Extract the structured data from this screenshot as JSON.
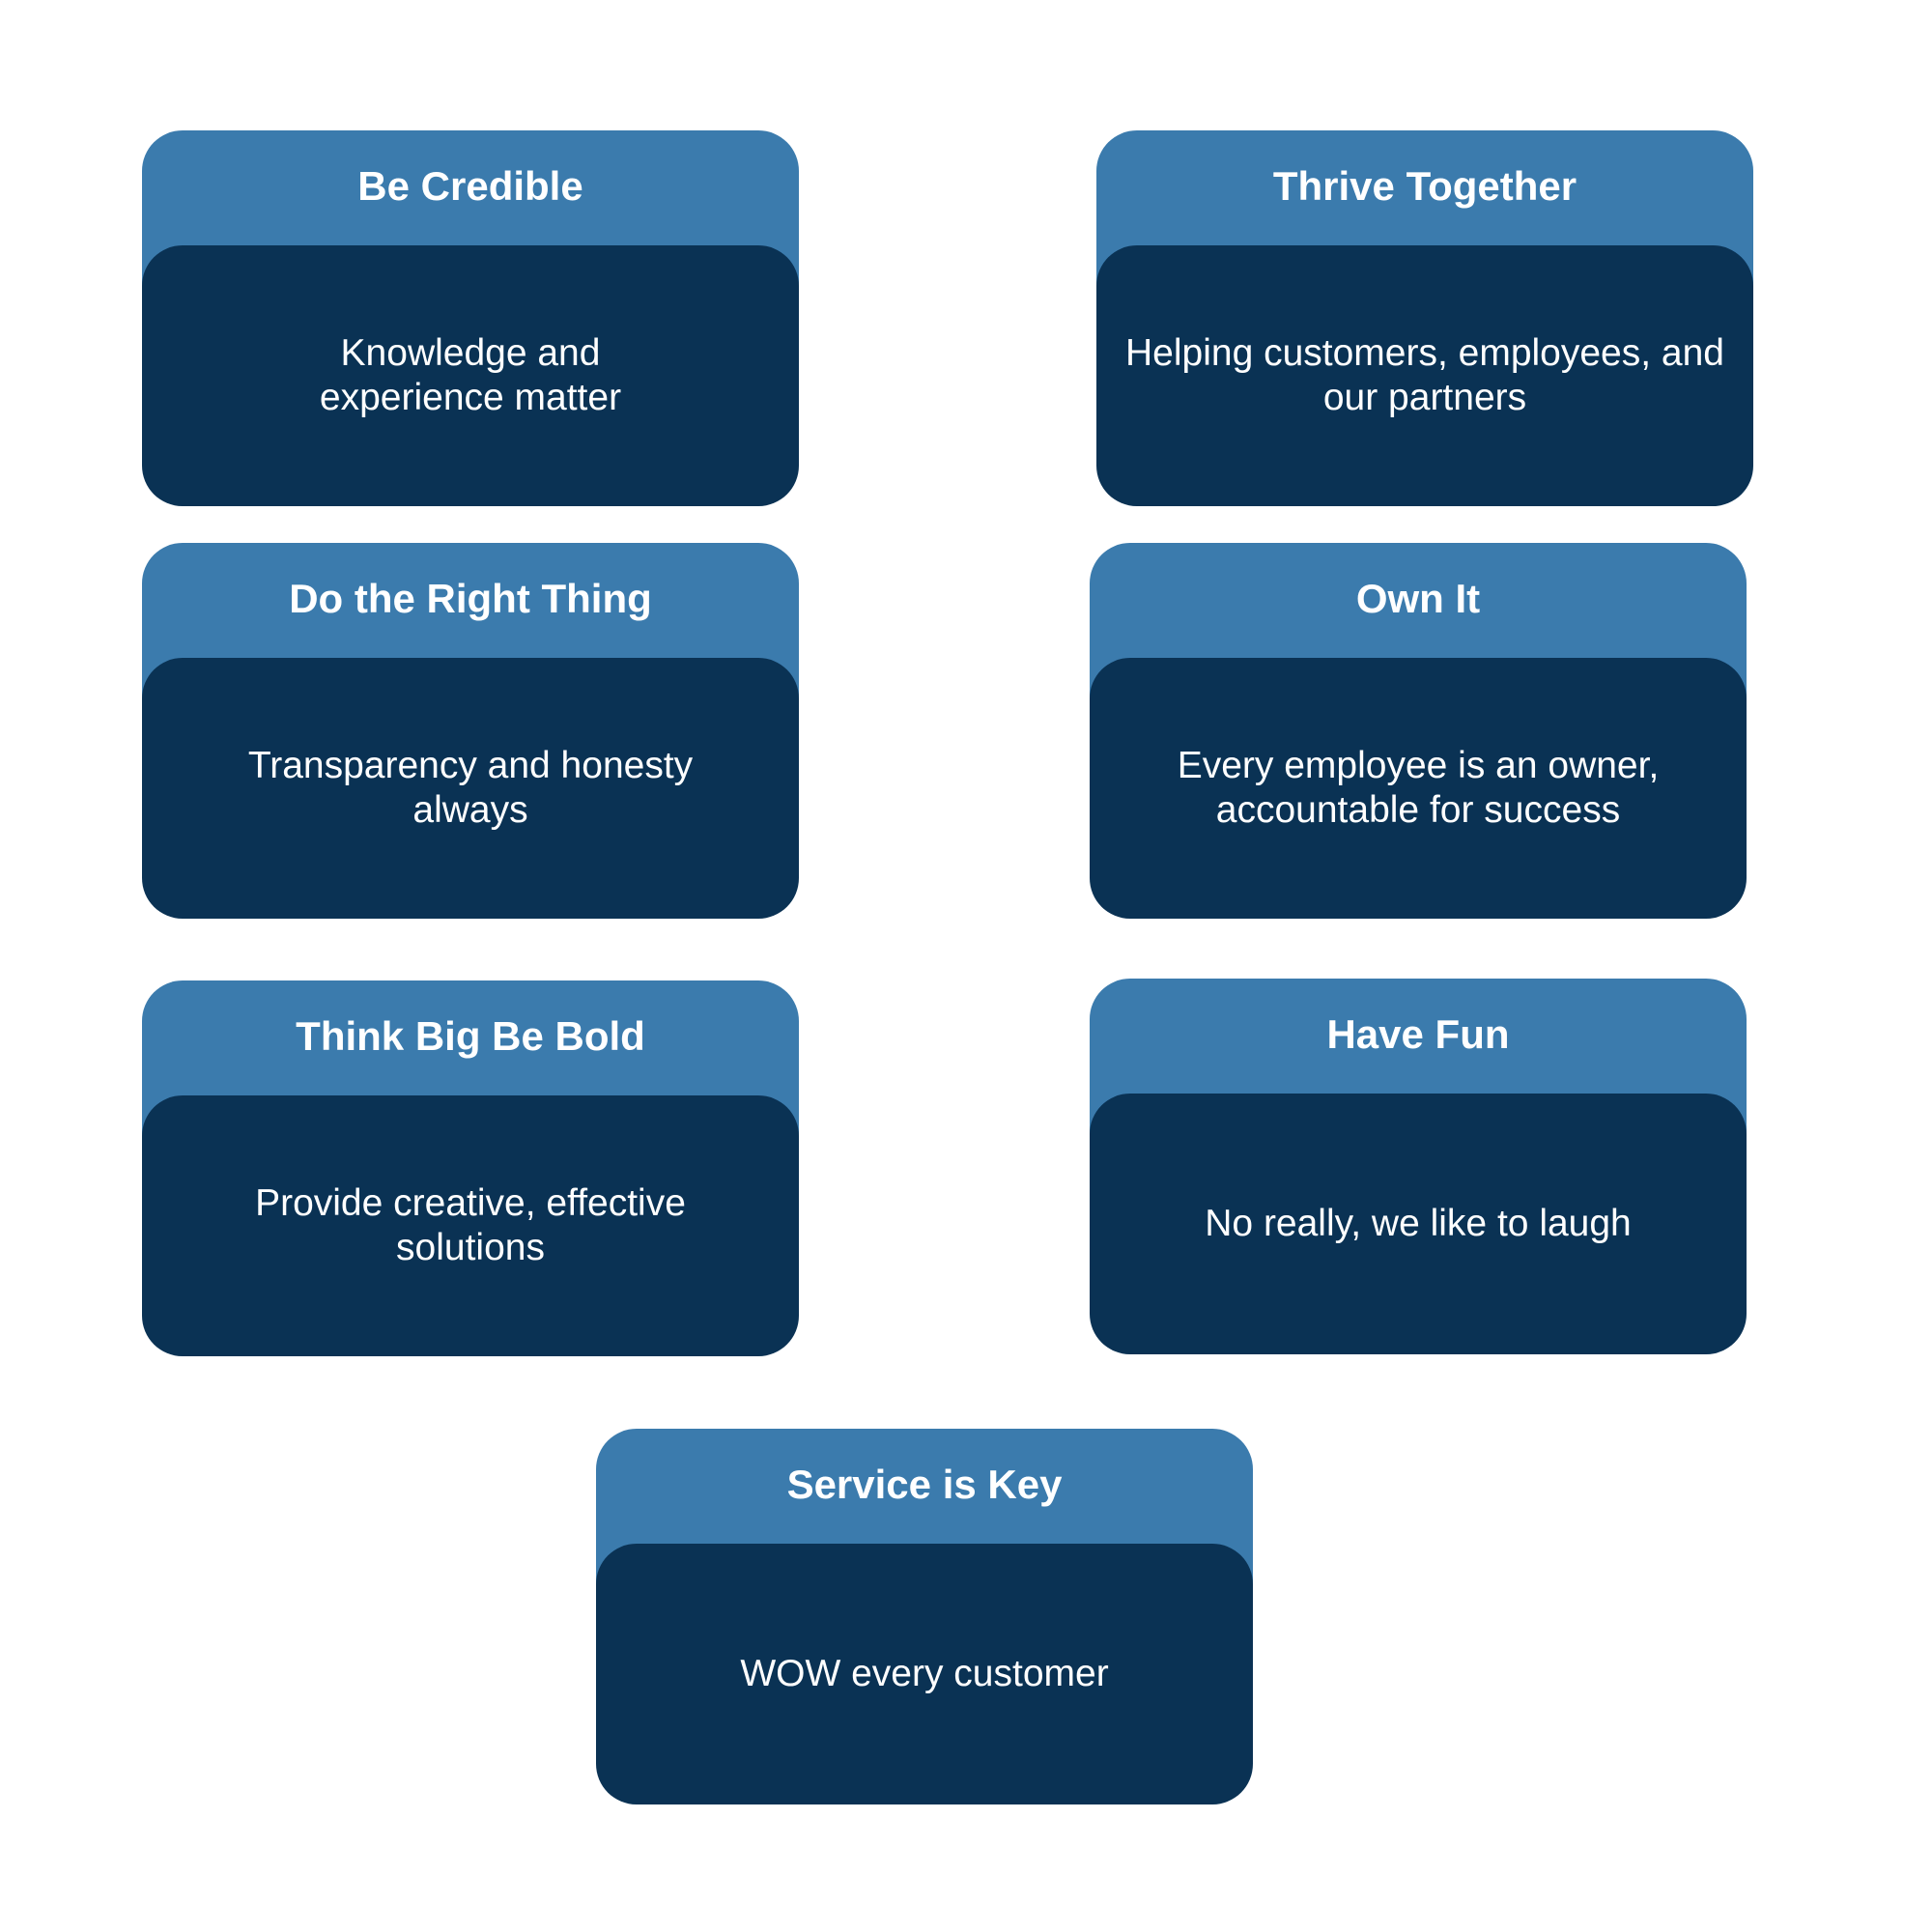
{
  "colors": {
    "header": "#3b7bad",
    "body": "#0a3254"
  },
  "cards": [
    {
      "title": "Be Credible",
      "text": "Knowledge and experience matter"
    },
    {
      "title": "Thrive Together",
      "text": "Helping customers, employees, and our partners"
    },
    {
      "title": "Do the Right Thing",
      "text": "Transparency and honesty always"
    },
    {
      "title": "Own It",
      "text": "Every employee is an owner, accountable for success"
    },
    {
      "title": "Think Big Be Bold",
      "text": "Provide creative, effective solutions"
    },
    {
      "title": "Have Fun",
      "text": "No really, we like to laugh"
    },
    {
      "title": "Service is Key",
      "text": "WOW every customer"
    }
  ]
}
